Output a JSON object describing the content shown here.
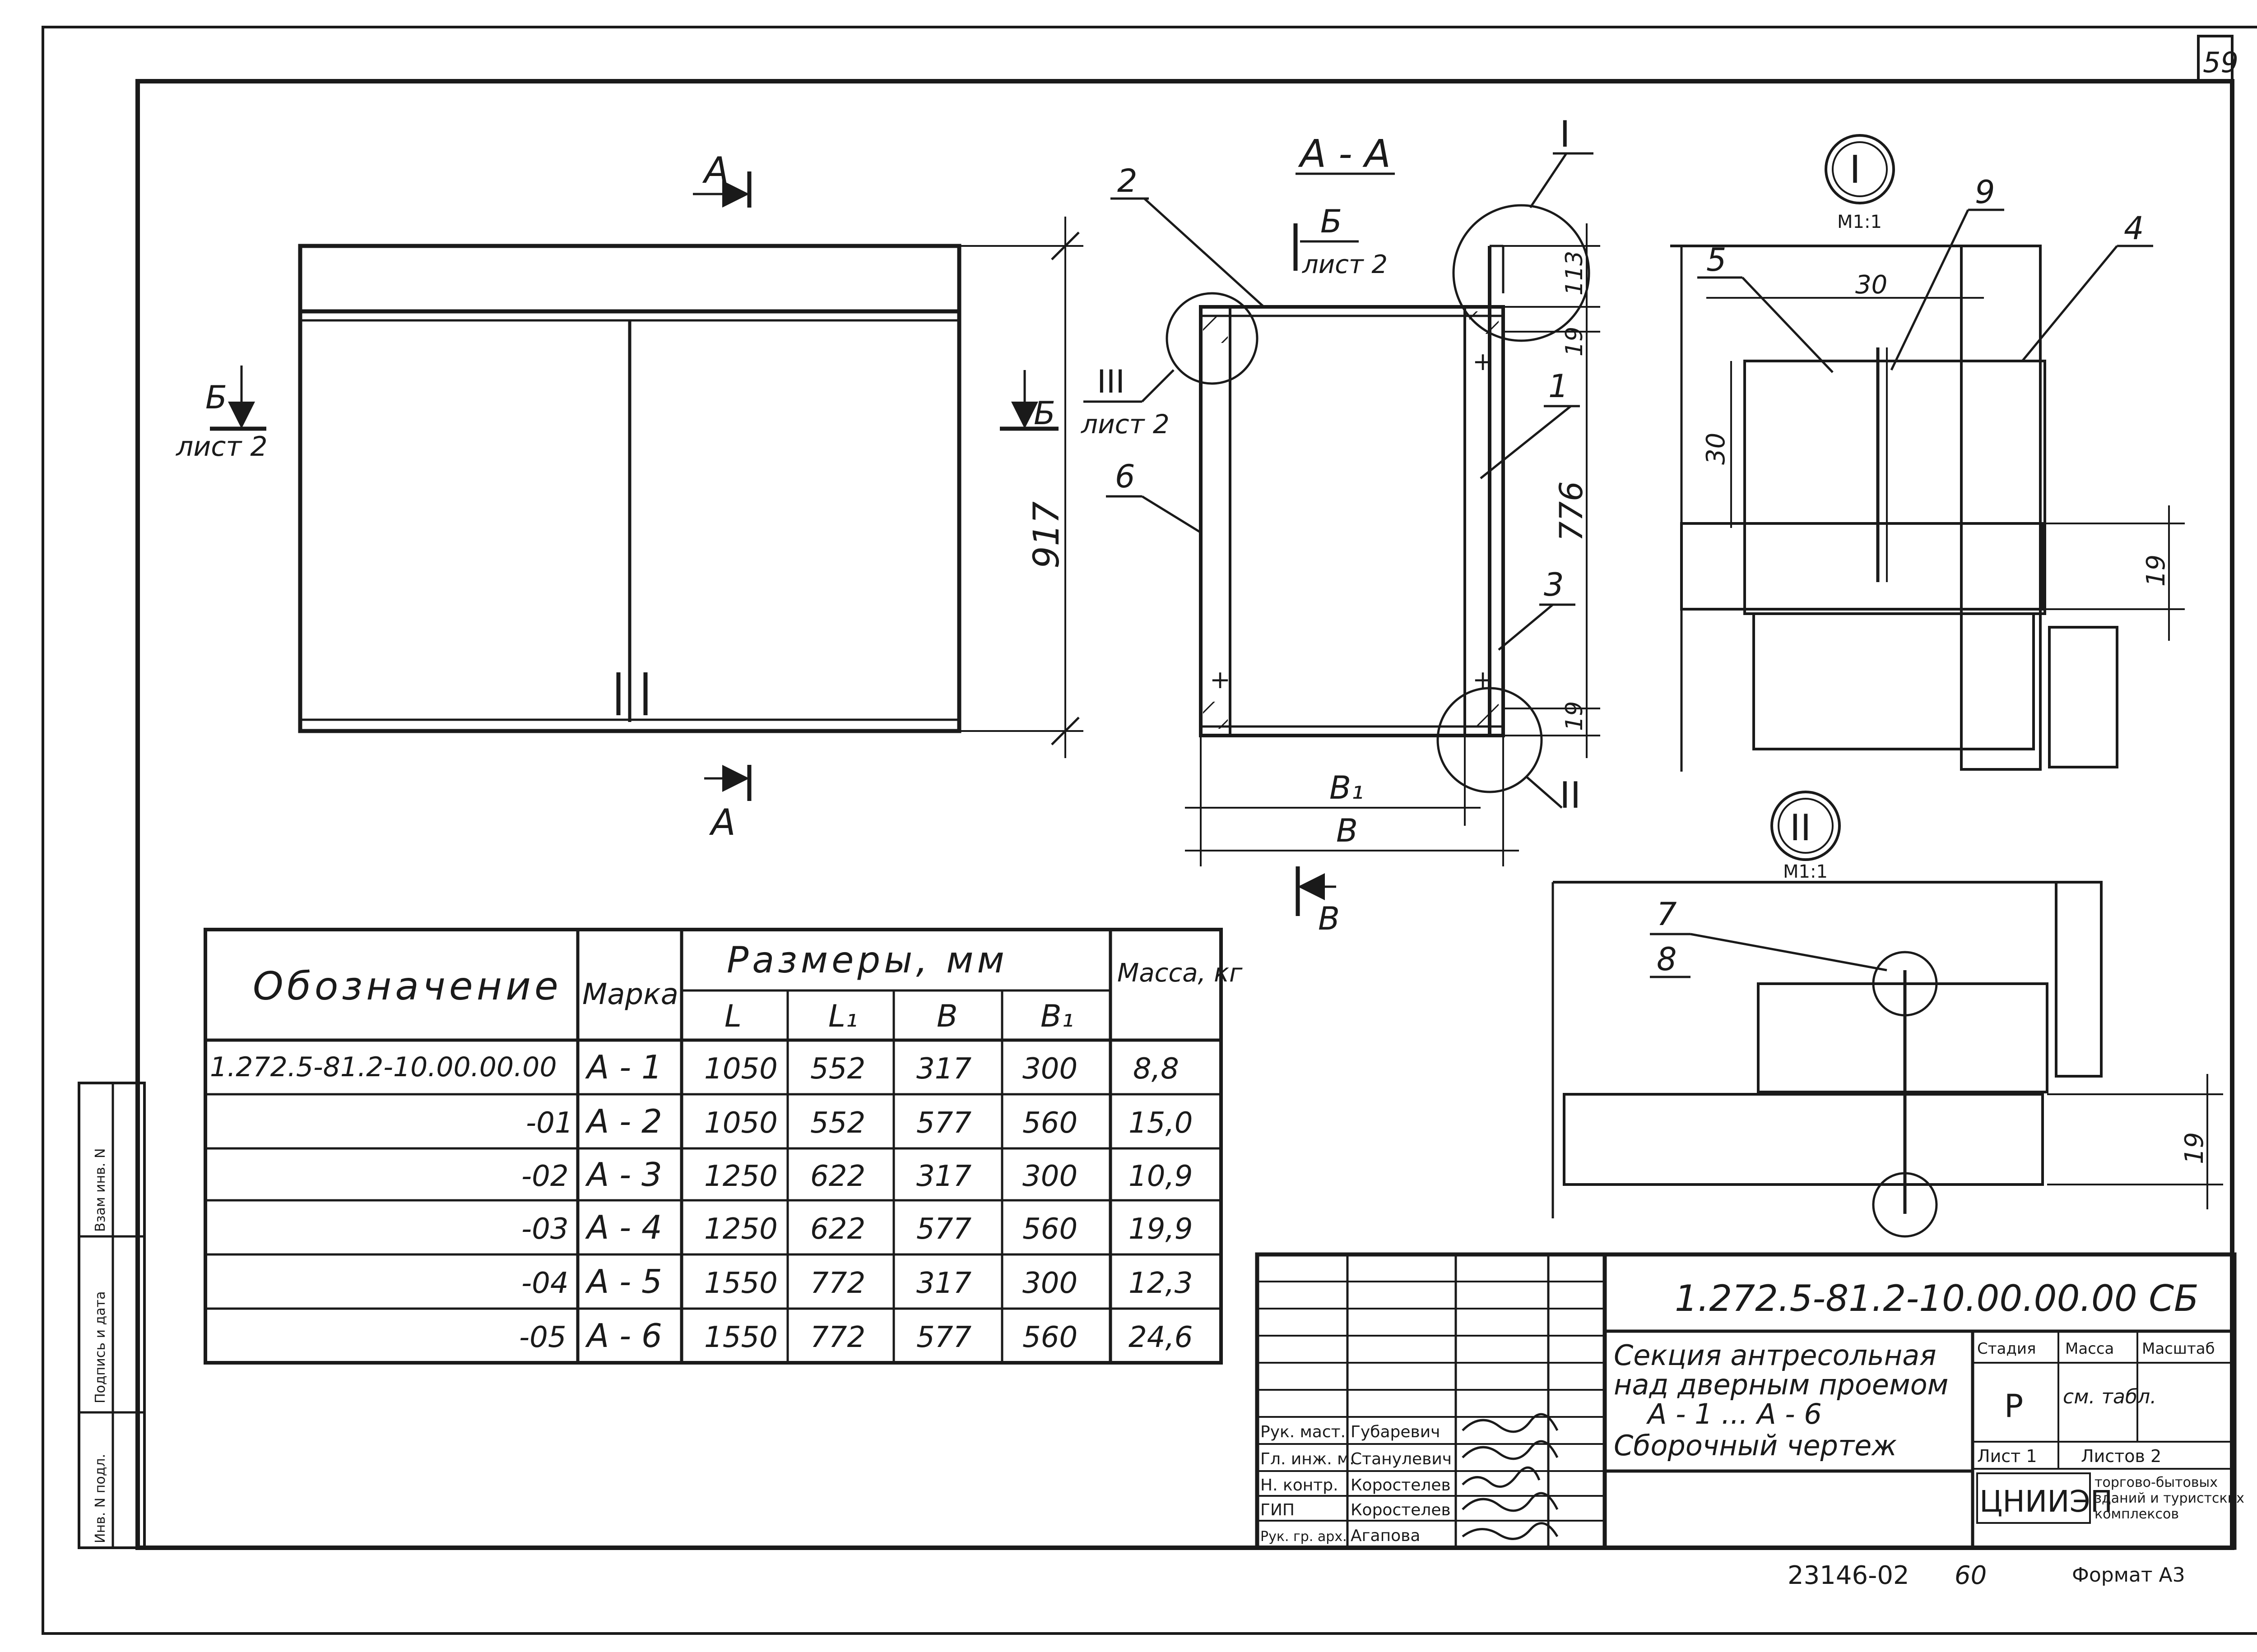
{
  "page": {
    "number": "59"
  },
  "front_view": {
    "section_top": "А",
    "section_bottom": "А",
    "section_left": "Б",
    "section_left_sheet": "лист 2",
    "section_right": "Б",
    "height_dim": "917"
  },
  "section_view": {
    "title": "А - А",
    "callout_b": "Б",
    "callout_b_sheet": "лист 2",
    "callout_iii_sheet": "лист 2",
    "callout_b_bottom": "В",
    "roman_i": "I",
    "roman_ii": "II",
    "roman_iii": "III",
    "dim_113": "113",
    "dim_19_top": "19",
    "dim_776": "776",
    "dim_19_bottom": "19",
    "dim_b1": "В₁",
    "dim_b": "В",
    "items": [
      "1",
      "2",
      "3",
      "6"
    ]
  },
  "detail_i": {
    "title": "I",
    "scale": "М1:1",
    "dim_30_h": "30",
    "dim_30_v": "30",
    "dim_19": "19",
    "items": [
      "4",
      "5",
      "9"
    ]
  },
  "detail_ii": {
    "title": "II",
    "scale": "М1:1",
    "dim_19": "19",
    "items": [
      "7",
      "8"
    ]
  },
  "spec_table": {
    "header": {
      "designation": "Обозначение",
      "mark": "Марка",
      "sizes": "Размеры, мм",
      "mass": "Масса, кг",
      "L": "L",
      "L1": "L₁",
      "B": "В",
      "B1": "В₁"
    },
    "rows": [
      {
        "designation": "1.272.5-81.2-10.00.00.00",
        "mark": "А - 1",
        "L": "1050",
        "L1": "552",
        "B": "317",
        "B1": "300",
        "mass": "8,8"
      },
      {
        "designation": "-01",
        "mark": "А - 2",
        "L": "1050",
        "L1": "552",
        "B": "577",
        "B1": "560",
        "mass": "15,0"
      },
      {
        "designation": "-02",
        "mark": "А - 3",
        "L": "1250",
        "L1": "622",
        "B": "317",
        "B1": "300",
        "mass": "10,9"
      },
      {
        "designation": "-03",
        "mark": "А - 4",
        "L": "1250",
        "L1": "622",
        "B": "577",
        "B1": "560",
        "mass": "19,9"
      },
      {
        "designation": "-04",
        "mark": "А - 5",
        "L": "1550",
        "L1": "772",
        "B": "317",
        "B1": "300",
        "mass": "12,3"
      },
      {
        "designation": "-05",
        "mark": "А - 6",
        "L": "1550",
        "L1": "772",
        "B": "577",
        "B1": "560",
        "mass": "24,6"
      }
    ]
  },
  "side_stamp": [
    "Инв. N подл.",
    "Подпись и дата",
    "Взам инв. N"
  ],
  "title_block": {
    "code": "1.272.5-81.2-10.00.00.00 СБ",
    "title_lines": [
      "Секция антресольная",
      "над дверным проемом",
      "А - 1 ... А - 6",
      "Сборочный чертеж"
    ],
    "stage_label": "Стадия",
    "mass_label": "Масса",
    "scale_label": "Масштаб",
    "stage": "Р",
    "mass": "см. табл.",
    "sheet_label": "Лист 1",
    "sheets_label": "Листов 2",
    "org_logo": "ЦНИИЭП",
    "org_text": [
      "торгово-бытовых",
      "зданий и туристских",
      "комплексов"
    ],
    "roles": [
      {
        "role": "Рук. маст.",
        "name": "Губаревич"
      },
      {
        "role": "Гл. инж. м.",
        "name": "Станулевич"
      },
      {
        "role": "Н. контр.",
        "name": "Коростелев"
      },
      {
        "role": "ГИП",
        "name": "Коростелев"
      },
      {
        "role": "Рук. гр. арх.",
        "name": "Агапова"
      }
    ]
  },
  "footer": {
    "number": "23146-02",
    "page": "60",
    "format": "Формат А3"
  }
}
